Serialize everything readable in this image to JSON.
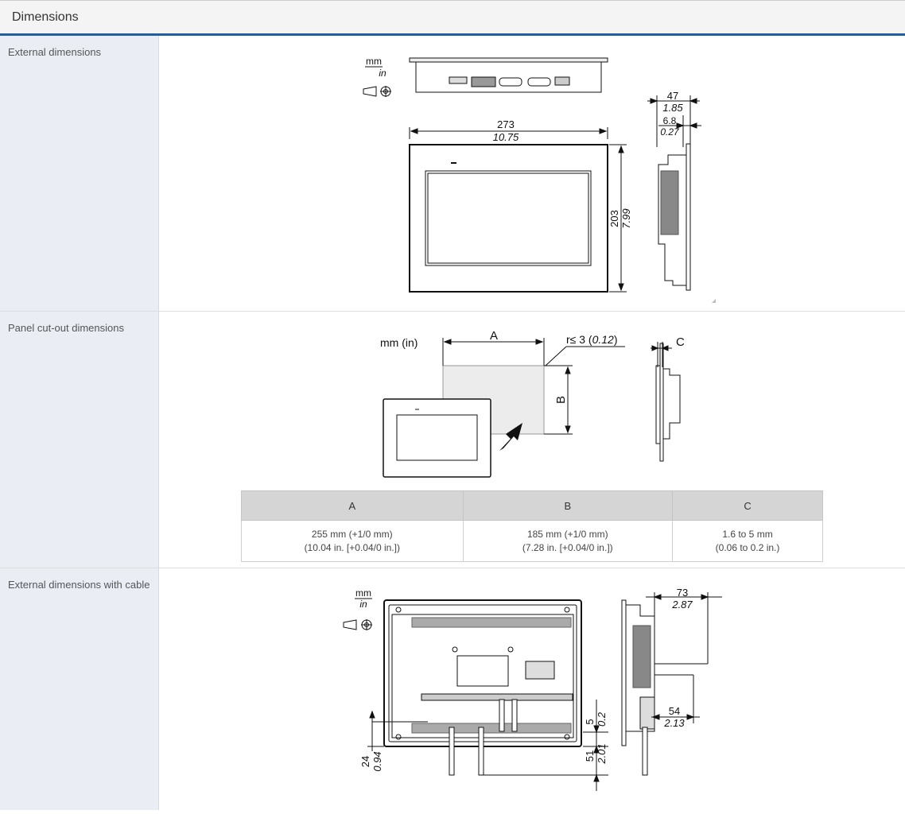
{
  "header": {
    "title": "Dimensions"
  },
  "sections": {
    "external": {
      "label": "External dimensions",
      "units": {
        "mm": "mm",
        "in": "in"
      },
      "width_mm": "273",
      "width_in": "10.75",
      "height_mm": "203",
      "height_in": "7.99",
      "depth_mm": "47",
      "depth_in": "1.85",
      "bezel_mm": "6.8",
      "bezel_in": "0.27"
    },
    "cutout": {
      "label": "Panel cut-out dimensions",
      "units_label": "mm (in)",
      "dim_a": "A",
      "dim_b": "B",
      "dim_c": "C",
      "radius_prefix": "r≤ 3 (",
      "radius_value": "0.12",
      "radius_suffix": ")",
      "table": {
        "headers": [
          "A",
          "B",
          "C"
        ],
        "row": [
          {
            "line1": "255 mm (+1/0 mm)",
            "line2": "(10.04 in. [+0.04/0 in.])"
          },
          {
            "line1": "185 mm (+1/0 mm)",
            "line2": "(7.28 in. [+0.04/0 in.])"
          },
          {
            "line1": "1.6 to 5 mm",
            "line2": "(0.06 to 0.2 in.)"
          }
        ]
      }
    },
    "cable": {
      "label": "External dimensions with cable",
      "units": {
        "mm": "mm",
        "in": "in"
      },
      "depth_mm": "73",
      "depth_in": "2.87",
      "conn_mm": "54",
      "conn_in": "2.13",
      "bottom_mm": "24",
      "bottom_in": "0.94",
      "gap_mm": "5",
      "gap_in": "0.2",
      "cable_mm": "51",
      "cable_in": "2.01"
    }
  }
}
